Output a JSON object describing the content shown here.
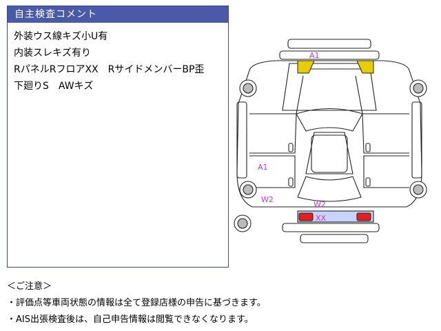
{
  "comment_panel": {
    "title": "自主検査コメント",
    "lines": [
      "外装ウス線キズ小U有",
      "内装スレキズ有り",
      "RパネルRフロアXX　RサイドメンバーBP歪",
      "下廻りS　AWキズ"
    ]
  },
  "diagram": {
    "marks": [
      {
        "label": "A1",
        "area": "front-bumper"
      },
      {
        "label": "A1",
        "area": "right-side-panel"
      },
      {
        "label": "W2",
        "area": "right-rear-wheel"
      },
      {
        "label": "W2",
        "area": "rear-panel"
      },
      {
        "label": "XX",
        "area": "rear-floor"
      }
    ],
    "colors": {
      "damage_yellow": "#e6cc00",
      "damage_red": "#e02020",
      "rear_panel_blue": "#c8d4ff",
      "mark_label": "#cc33cc"
    }
  },
  "notes": {
    "heading": "＜ご注意＞",
    "lines": [
      "・評価点等車両状態の情報は全て登録店様の申告に基づきます。",
      "・AIS出張検査後は、自己申告情報は閲覧できなくなります。"
    ]
  }
}
